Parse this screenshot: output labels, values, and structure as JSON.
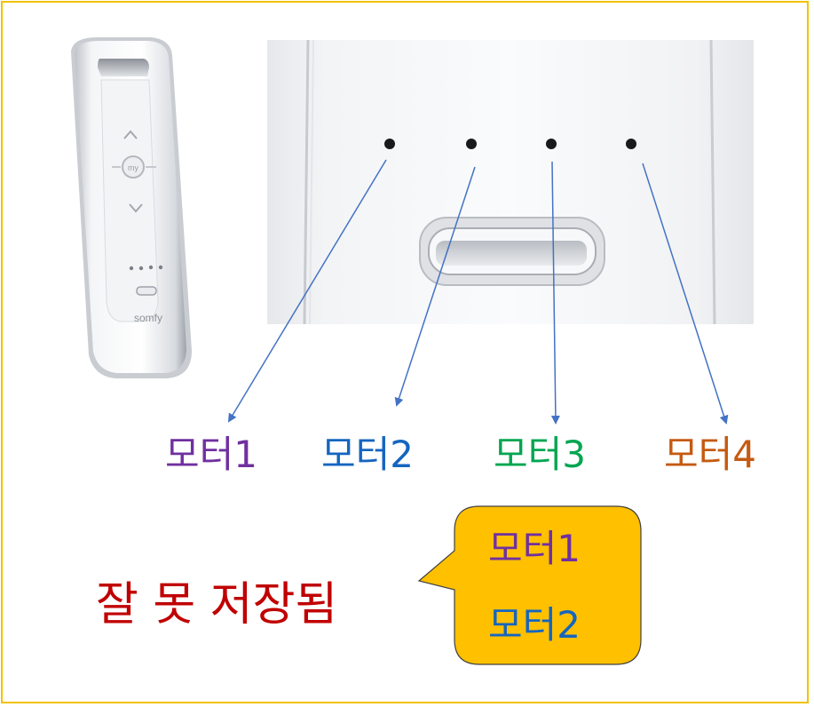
{
  "image": {
    "remote_brand": "somfy",
    "remote_button_text": "my"
  },
  "motor_labels": [
    "모터1",
    "모터2",
    "모터3",
    "모터4"
  ],
  "warning_text": "잘 못 저장됨",
  "bubble": {
    "lines": [
      "모터1",
      "모터2"
    ],
    "fill_color": "#ffc000"
  },
  "colors": {
    "motor1": "#7030a0",
    "motor2": "#1565c0",
    "motor3": "#00a651",
    "motor4": "#c55a11",
    "warning": "#c00000",
    "arrow": "#4472c4",
    "frame_border": "#f2c200"
  }
}
